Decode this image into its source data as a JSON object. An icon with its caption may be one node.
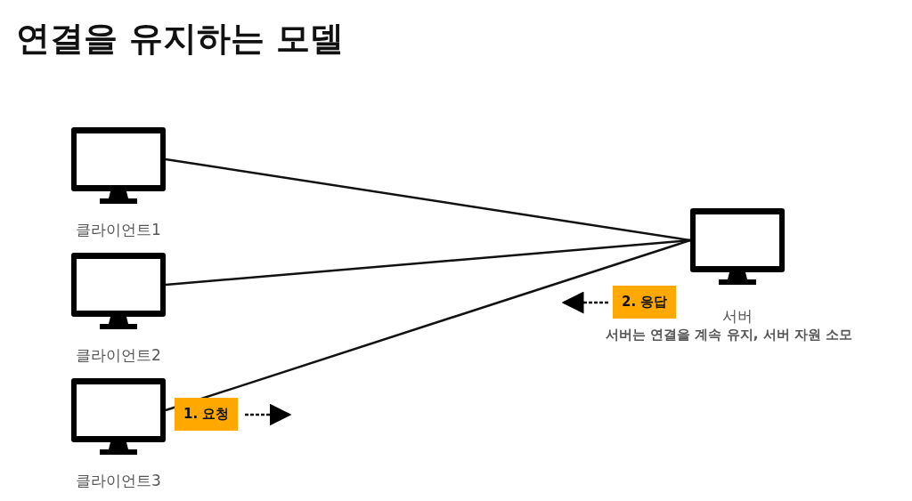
{
  "diagram": {
    "title": "연결을 유지하는 모델",
    "nodes": [
      {
        "text": [
          "클라이언트1"
        ]
      },
      {
        "text": [
          "클라이언트2"
        ]
      },
      {
        "text": [
          "클라이언트3"
        ]
      },
      {
        "text": [
          "서버"
        ],
        "beside": [
          "서버는 연결을 계속 유지, 서버 자원 소모"
        ]
      }
    ],
    "edges": [
      {
        "from": 0,
        "to": 3,
        "arrow": "none"
      },
      {
        "from": 1,
        "to": 3,
        "arrow": "none"
      },
      {
        "from": 2,
        "to": 3,
        "arrow": "none"
      }
    ],
    "labels": [
      "2. 응답",
      "1. 요청"
    ]
  }
}
